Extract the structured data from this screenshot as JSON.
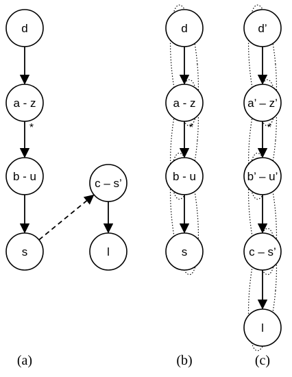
{
  "panels": [
    {
      "id": "a",
      "caption": "(a)",
      "nodes": [
        {
          "id": "a_d",
          "label": "d"
        },
        {
          "id": "a_az",
          "label": "a - z"
        },
        {
          "id": "a_bu",
          "label": "b - u"
        },
        {
          "id": "a_s",
          "label": "s"
        },
        {
          "id": "a_cs",
          "label": "c – s’"
        },
        {
          "id": "a_l",
          "label": "l"
        }
      ],
      "edges": [
        {
          "from": "a_d",
          "to": "a_az",
          "style": "solid",
          "label": ""
        },
        {
          "from": "a_az",
          "to": "a_bu",
          "style": "solid",
          "label": "*"
        },
        {
          "from": "a_bu",
          "to": "a_s",
          "style": "solid",
          "label": ""
        },
        {
          "from": "a_cs",
          "to": "a_l",
          "style": "solid",
          "label": ""
        },
        {
          "from": "a_s",
          "to": "a_cs",
          "style": "dashed",
          "label": ""
        }
      ],
      "groups": []
    },
    {
      "id": "b",
      "caption": "(b)",
      "nodes": [
        {
          "id": "b_d",
          "label": "d"
        },
        {
          "id": "b_az",
          "label": "a - z"
        },
        {
          "id": "b_bu",
          "label": "b - u"
        },
        {
          "id": "b_s",
          "label": "s"
        }
      ],
      "edges": [
        {
          "from": "b_d",
          "to": "b_az",
          "style": "solid",
          "label": ""
        },
        {
          "from": "b_az",
          "to": "b_bu",
          "style": "solid",
          "label": "*"
        },
        {
          "from": "b_bu",
          "to": "b_s",
          "style": "solid",
          "label": ""
        }
      ],
      "groups": [
        {
          "members": [
            "b_d",
            "b_az"
          ]
        },
        {
          "members": [
            "b_az",
            "b_bu"
          ]
        },
        {
          "members": [
            "b_bu",
            "b_s"
          ]
        }
      ]
    },
    {
      "id": "c",
      "caption": "(c)",
      "nodes": [
        {
          "id": "c_d",
          "label": "d’"
        },
        {
          "id": "c_az",
          "label": "a’ – z’"
        },
        {
          "id": "c_bu",
          "label": "b’ – u’"
        },
        {
          "id": "c_cs",
          "label": "c – s’"
        },
        {
          "id": "c_l",
          "label": "l"
        }
      ],
      "edges": [
        {
          "from": "c_d",
          "to": "c_az",
          "style": "solid",
          "label": ""
        },
        {
          "from": "c_az",
          "to": "c_bu",
          "style": "solid",
          "label": "*"
        },
        {
          "from": "c_bu",
          "to": "c_cs",
          "style": "solid",
          "label": ""
        },
        {
          "from": "c_cs",
          "to": "c_l",
          "style": "solid",
          "label": ""
        }
      ],
      "groups": [
        {
          "members": [
            "c_d",
            "c_az"
          ]
        },
        {
          "members": [
            "c_az",
            "c_bu"
          ]
        },
        {
          "members": [
            "c_bu",
            "c_cs"
          ]
        },
        {
          "members": [
            "c_cs",
            "c_l"
          ]
        }
      ]
    }
  ]
}
